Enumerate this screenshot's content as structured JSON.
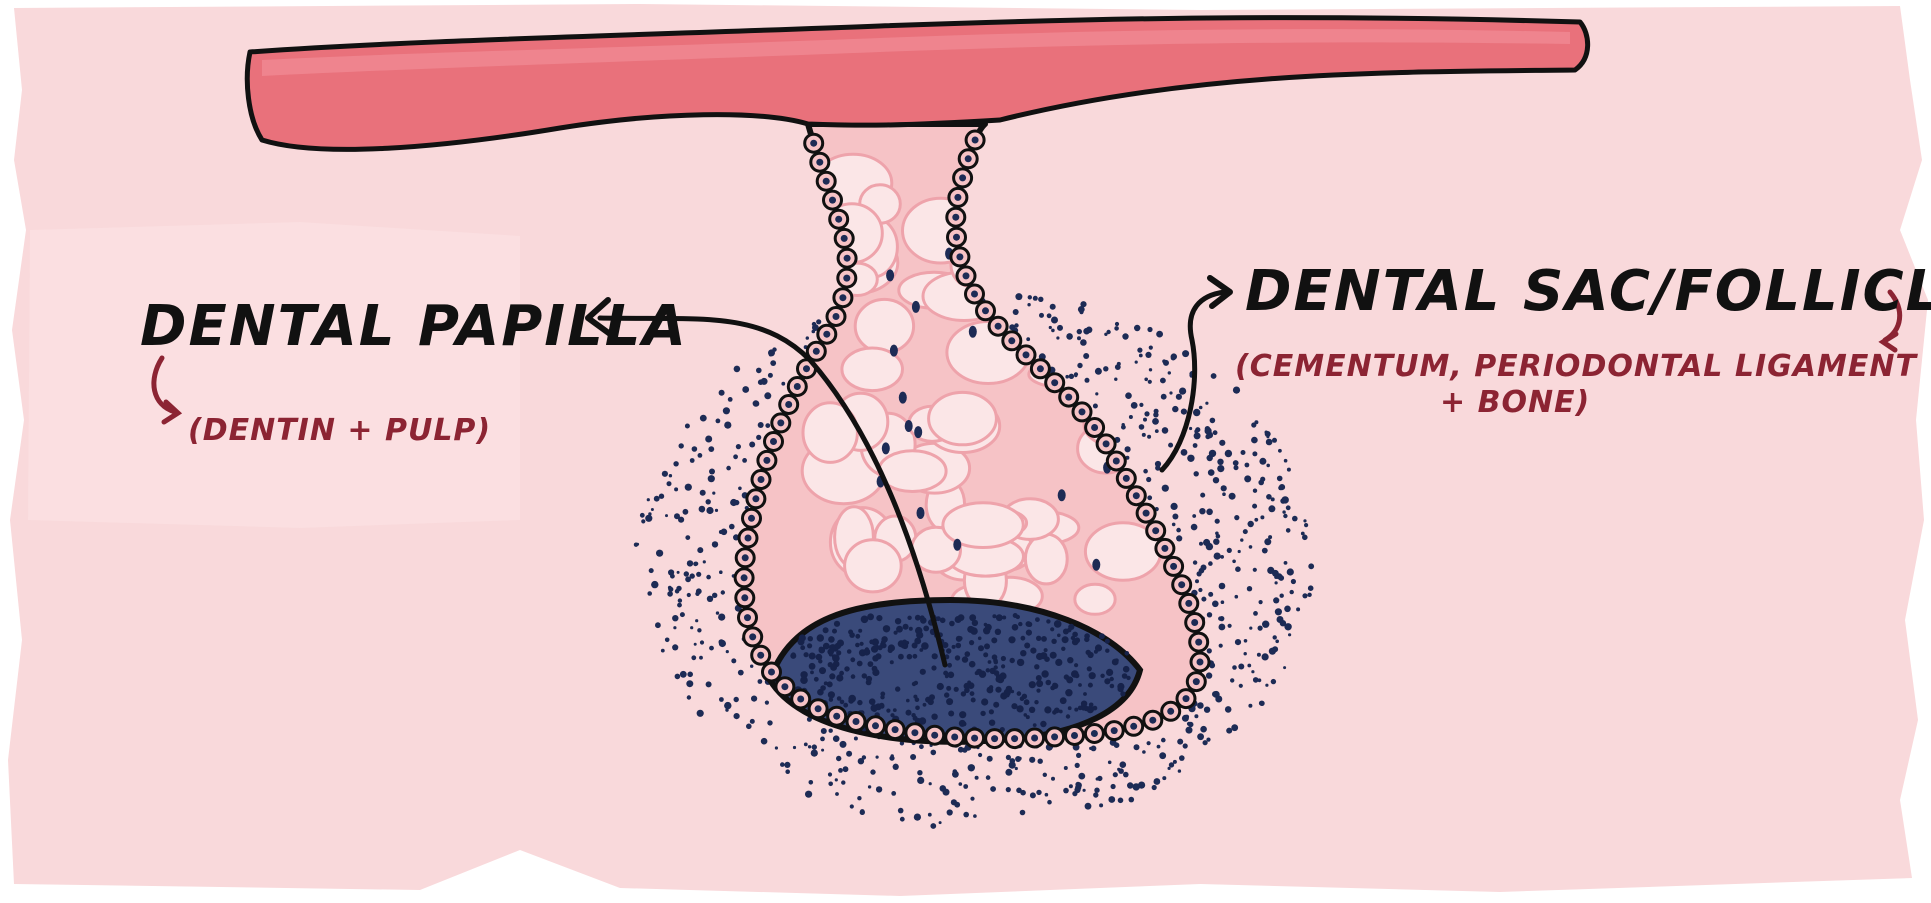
{
  "colors": {
    "background": "#f9d9db",
    "epithelium_band": "#e9717b",
    "epithelium_band_light": "#f08a93",
    "papilla_fill": "#f6c3c6",
    "cell_dot": "#1d2b55",
    "outline": "#111111",
    "annotation_red": "#8c2433"
  },
  "labels": {
    "dental_papilla": {
      "title": "DENTAL PAPILLA",
      "subtitle": "(DENTIN + PULP)"
    },
    "dental_sac": {
      "title": "DENTAL SAC/FOLLICLE",
      "subtitle_line1": "(CEMENTUM, PERIODONTAL LIGAMENT",
      "subtitle_line2": "+ BONE)"
    }
  }
}
